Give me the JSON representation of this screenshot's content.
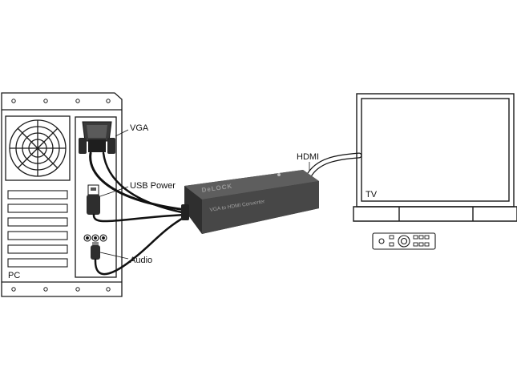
{
  "labels": {
    "vga": "VGA",
    "usb_power": "USB Power",
    "audio": "Audio",
    "pc": "PC",
    "hdmi": "HDMI",
    "tv": "TV"
  },
  "converter": {
    "brand": "DeLOCK",
    "product": "VGA to HDMI Converter"
  },
  "colors": {
    "line": "#1a1a1a",
    "cable": "#111111",
    "converter_body": "#4a4a4a",
    "converter_top": "#5c5c5c"
  }
}
